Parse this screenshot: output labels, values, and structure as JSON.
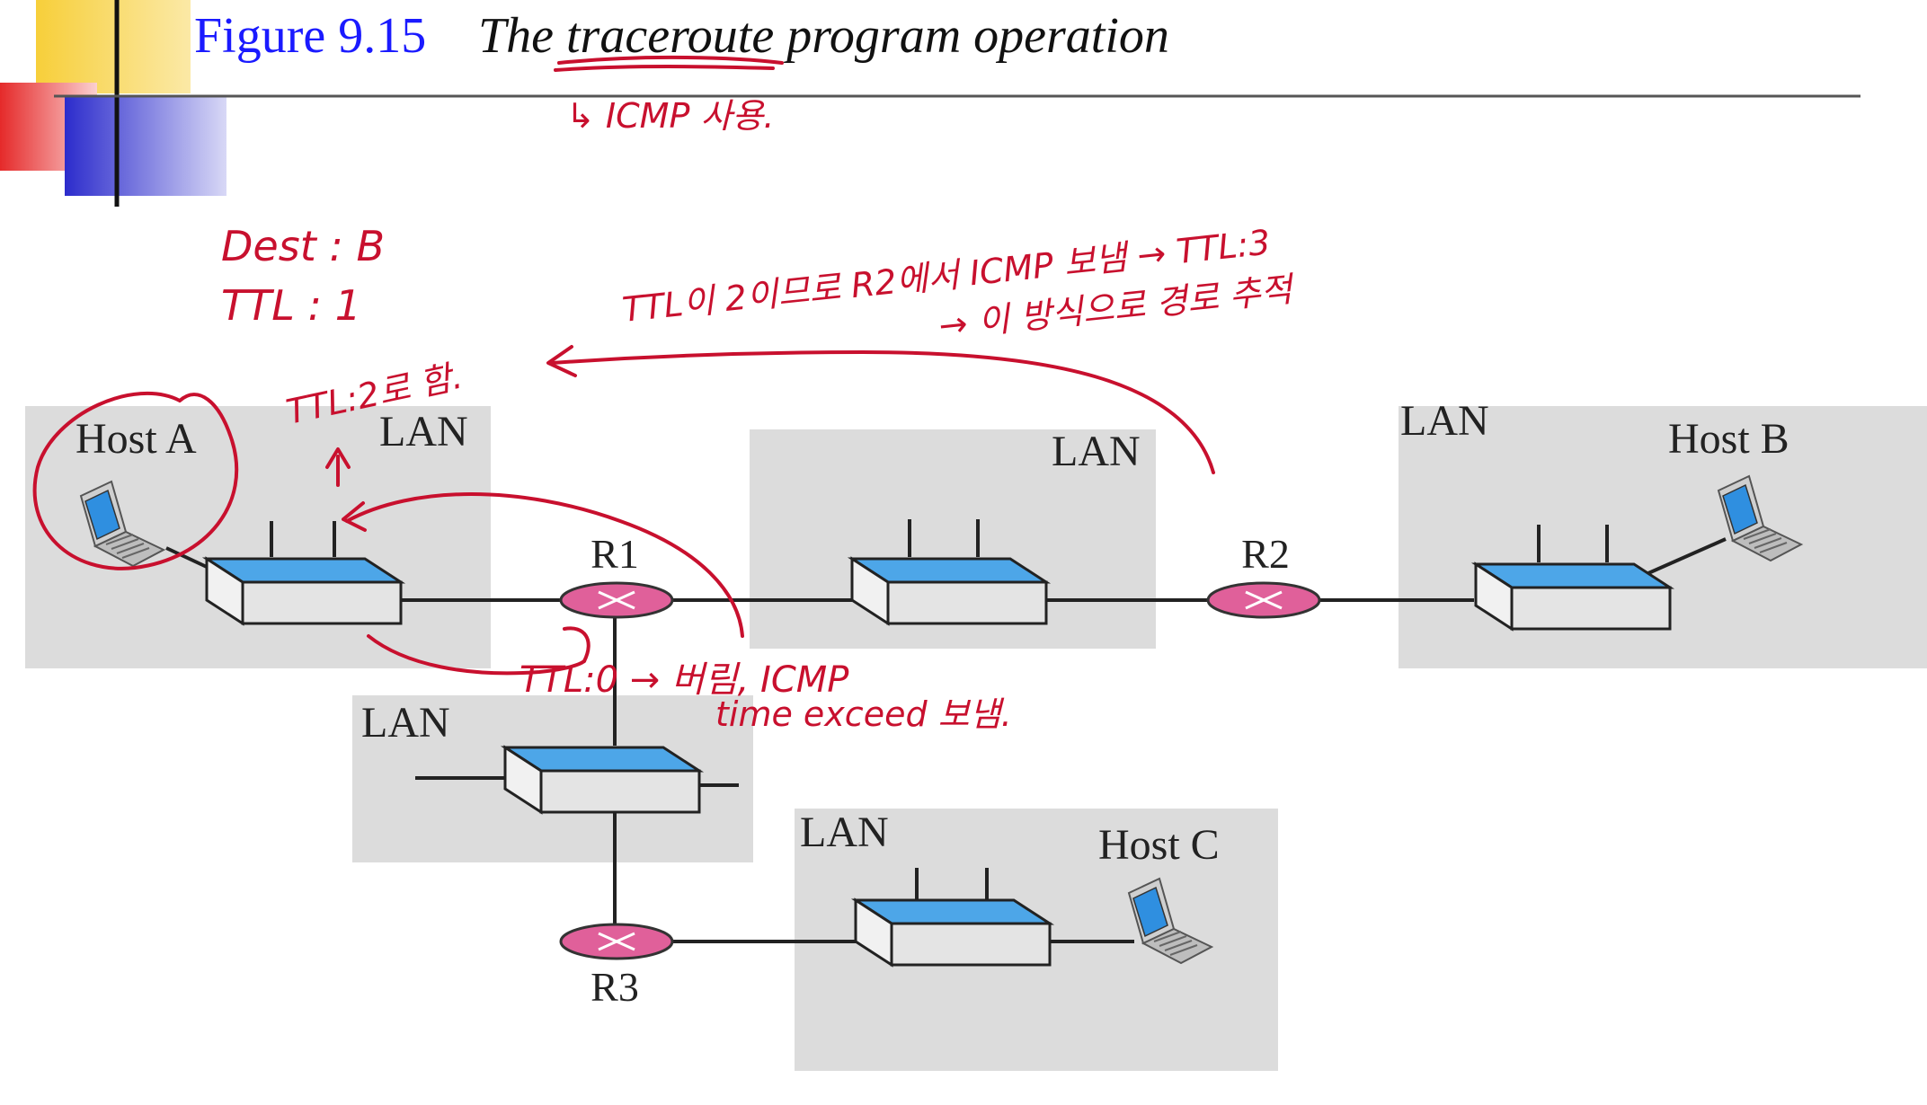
{
  "figure": {
    "number": "Figure 9.15",
    "title": "The traceroute program operation"
  },
  "lans": {
    "a": "LAN",
    "middle": "LAN",
    "b": "LAN",
    "lower": "LAN",
    "c": "LAN"
  },
  "hosts": {
    "a": "Host A",
    "b": "Host B",
    "c": "Host C"
  },
  "routers": {
    "r1": "R1",
    "r2": "R2",
    "r3": "R3"
  },
  "annotations": {
    "icmp_use": "↳ ICMP 사용.",
    "dest": "Dest : B",
    "ttl1": "TTL : 1",
    "ttl2": "TTL:2로 함.",
    "r2_line1": "TTL이 2이므로 R2에서 ICMP 보냄 → TTL:3",
    "r2_line2": "→ 이 방식으로 경로 추적",
    "ttl0": "TTL:0 → 버림, ICMP",
    "time_exceed": "time exceed 보냄."
  },
  "colors": {
    "ink": "#c8102e",
    "lan_fill": "#dcdcdc",
    "router": "#e0609a",
    "switch_top": "#4da6e8",
    "figure_number": "#1a1aff"
  }
}
